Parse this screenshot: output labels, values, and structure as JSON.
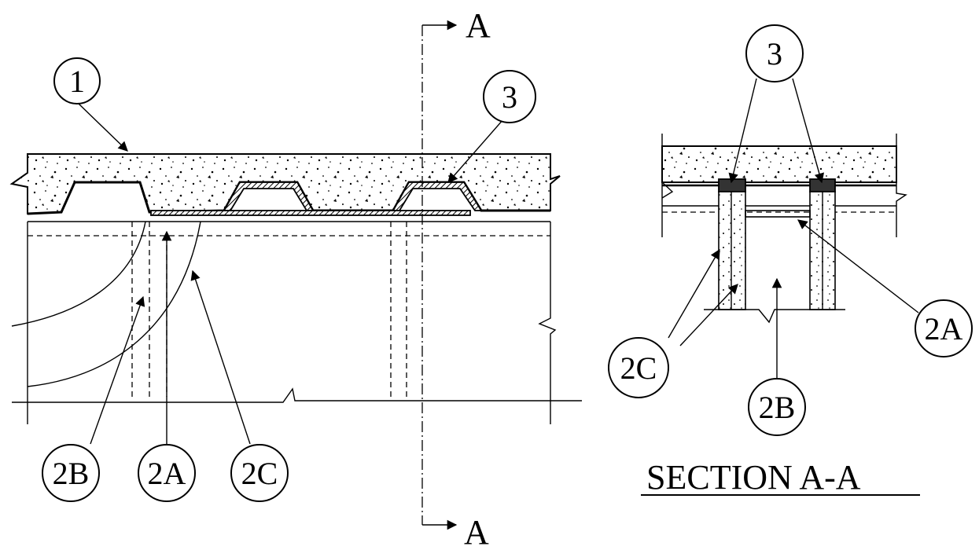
{
  "callouts": {
    "c1": "1",
    "c3_left": "3",
    "c2b_left": "2B",
    "c2a_left": "2A",
    "c2c_left": "2C",
    "c3_right": "3",
    "c2c_right": "2C",
    "c2a_right": "2A",
    "c2b_right": "2B"
  },
  "section_marks": {
    "top": "A",
    "bottom": "A"
  },
  "section_title": "SECTION A-A"
}
